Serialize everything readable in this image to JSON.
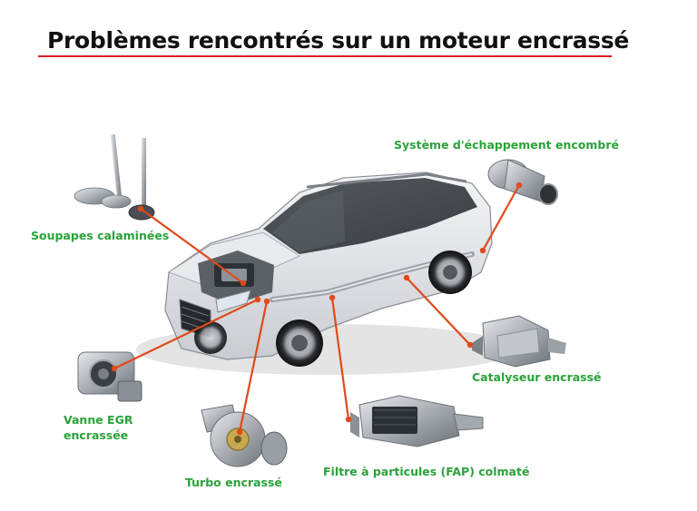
{
  "title": "Problèmes rencontrés sur un moteur encrassé",
  "colors": {
    "title_underline": "#d62020",
    "label_text": "#2aa33a",
    "connector": "#e04a1a"
  },
  "labels": {
    "exhaust": "Système d'échappement encombré",
    "valves": "Soupapes calaminées",
    "egr_line1": "Vanne EGR",
    "egr_line2": "encrassée",
    "catalyst": "Catalyseur encrassé",
    "turbo": "Turbo encrassé",
    "dpf": "Filtre à particules (FAP) colmaté"
  }
}
